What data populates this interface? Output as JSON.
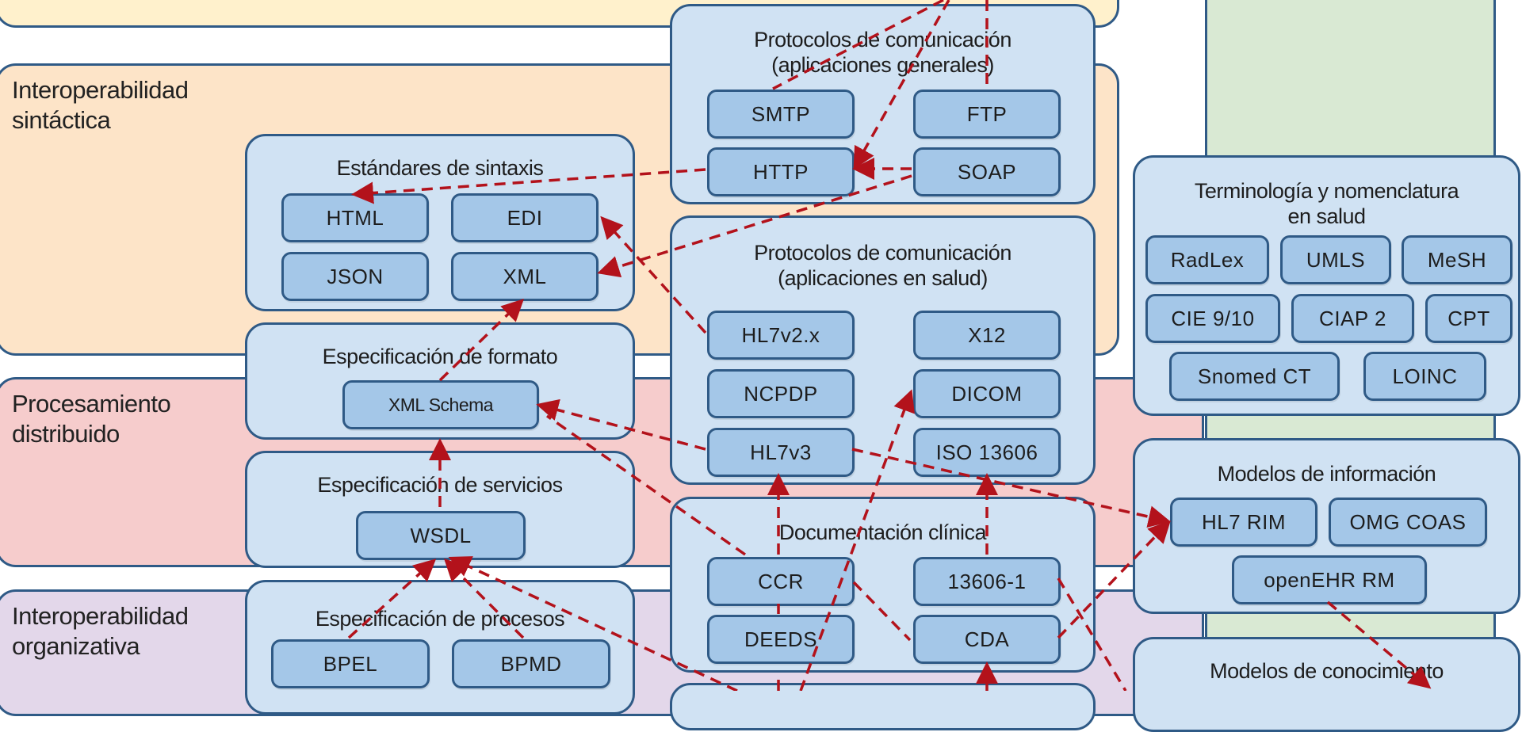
{
  "layers": {
    "sintactica": "Interoperabilidad\nsintáctica",
    "procesamiento": "Procesamiento\ndistribuido",
    "organizativa": "Interoperabilidad\norganizativa"
  },
  "groups": {
    "estandares_sintaxis": {
      "title": "Estándares de sintaxis",
      "items": [
        "HTML",
        "EDI",
        "JSON",
        "XML"
      ]
    },
    "especificacion_formato": {
      "title": "Especificación de formato",
      "items": [
        "XML Schema"
      ]
    },
    "especificacion_servicios": {
      "title": "Especificación de servicios",
      "items": [
        "WSDL"
      ]
    },
    "especificacion_procesos": {
      "title": "Especificación de procesos",
      "items": [
        "BPEL",
        "BPMD"
      ]
    },
    "protocolos_generales": {
      "title": "Protocolos de comunicación\n(aplicaciones generales)",
      "items": [
        "SMTP",
        "FTP",
        "HTTP",
        "SOAP"
      ]
    },
    "protocolos_salud": {
      "title": "Protocolos de comunicación\n(aplicaciones en salud)",
      "items": [
        "HL7v2.x",
        "X12",
        "NCPDP",
        "DICOM",
        "HL7v3",
        "ISO 13606"
      ]
    },
    "documentacion_clinica": {
      "title": "Documentación clínica",
      "items": [
        "CCR",
        "13606-1",
        "DEEDS",
        "CDA"
      ]
    },
    "terminologia": {
      "title": "Terminología y nomenclatura\nen salud",
      "items": [
        "RadLex",
        "UMLS",
        "MeSH",
        "CIE 9/10",
        "CIAP 2",
        "CPT",
        "Snomed CT",
        "LOINC"
      ]
    },
    "modelos_informacion": {
      "title": "Modelos de información",
      "items": [
        "HL7 RIM",
        "OMG COAS",
        "openEHR RM"
      ]
    },
    "modelos_conocimiento": {
      "title": "Modelos de conocimiento"
    }
  },
  "colors": {
    "arrow": "#b3121b",
    "border": "#2f5a86",
    "group_fill": "#d0e2f3",
    "item_fill": "#a4c7e8",
    "layer_sintactica": "#fde4c8",
    "layer_procesamiento": "#f6cccc",
    "layer_organizativa": "#e3d7ea",
    "layer_top": "#fff1cc",
    "panel_semantica": "#d9e9d3"
  }
}
